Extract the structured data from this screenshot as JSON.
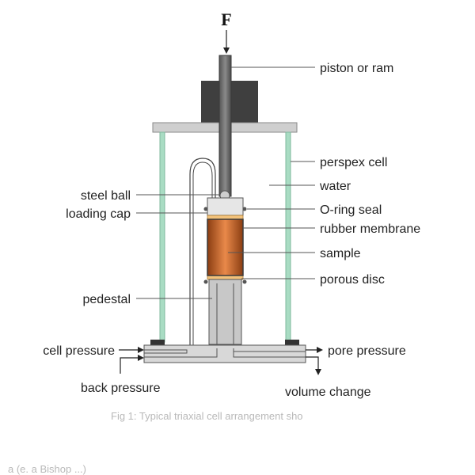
{
  "diagram": {
    "force_label": "F",
    "labels": {
      "piston": "piston or ram",
      "perspex_cell": "perspex cell",
      "water": "water",
      "steel_ball": "steel ball",
      "loading_cap": "loading cap",
      "o_ring_seal": "O-ring seal",
      "rubber_membrane": "rubber membrane",
      "sample": "sample",
      "porous_disc": "porous disc",
      "pedestal": "pedestal",
      "cell_pressure": "cell pressure",
      "pore_pressure": "pore  pressure",
      "back_pressure": "back pressure",
      "volume_change": "volume change"
    },
    "faded_caption": "Fig 1: Typical triaxial cell arrangement sho",
    "faded_text": "a (e. a Bishop ...)"
  },
  "colors": {
    "frame": "#4a4a4a",
    "cell_wall": "#9fd6bd",
    "sample_core": "#e07a3a",
    "porous_disc": "#f3c27a",
    "leader": "#555555"
  }
}
